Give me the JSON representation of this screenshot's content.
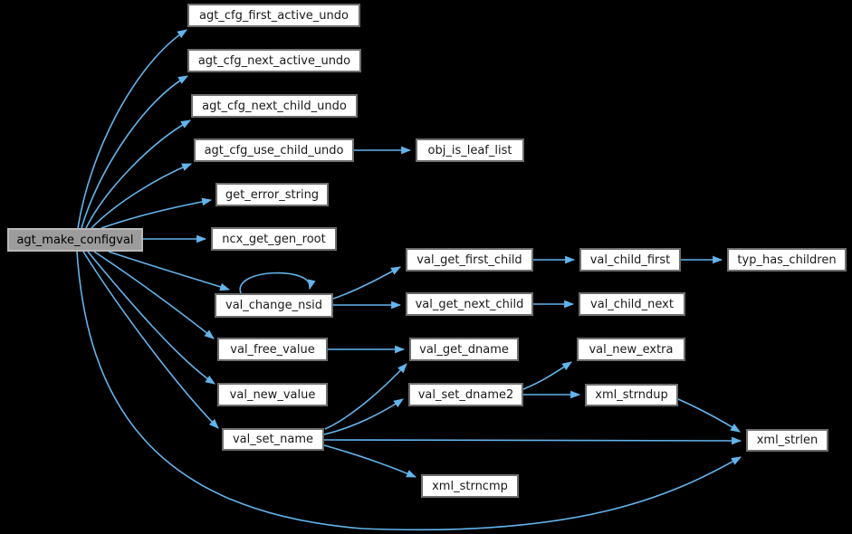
{
  "graph": {
    "type": "call-graph",
    "root": "agt_make_configval",
    "colors": {
      "background": "#000000",
      "edge": "#63b4ec",
      "node_fill": "#ffffff",
      "node_border": "#6e6e6e",
      "root_fill": "#9c9c9c",
      "root_border": "#b9b9b9",
      "text": "#1a1a1a"
    },
    "nodes": [
      {
        "id": "agt_make_configval",
        "label": "agt_make_configval"
      },
      {
        "id": "agt_cfg_first_active_undo",
        "label": "agt_cfg_first_active_undo"
      },
      {
        "id": "agt_cfg_next_active_undo",
        "label": "agt_cfg_next_active_undo"
      },
      {
        "id": "agt_cfg_next_child_undo",
        "label": "agt_cfg_next_child_undo"
      },
      {
        "id": "agt_cfg_use_child_undo",
        "label": "agt_cfg_use_child_undo"
      },
      {
        "id": "get_error_string",
        "label": "get_error_string"
      },
      {
        "id": "ncx_get_gen_root",
        "label": "ncx_get_gen_root"
      },
      {
        "id": "val_change_nsid",
        "label": "val_change_nsid"
      },
      {
        "id": "val_free_value",
        "label": "val_free_value"
      },
      {
        "id": "val_new_value",
        "label": "val_new_value"
      },
      {
        "id": "val_set_name",
        "label": "val_set_name"
      },
      {
        "id": "obj_is_leaf_list",
        "label": "obj_is_leaf_list"
      },
      {
        "id": "val_get_first_child",
        "label": "val_get_first_child"
      },
      {
        "id": "val_get_next_child",
        "label": "val_get_next_child"
      },
      {
        "id": "val_get_dname",
        "label": "val_get_dname"
      },
      {
        "id": "val_set_dname2",
        "label": "val_set_dname2"
      },
      {
        "id": "xml_strncmp",
        "label": "xml_strncmp"
      },
      {
        "id": "val_child_first",
        "label": "val_child_first"
      },
      {
        "id": "val_child_next",
        "label": "val_child_next"
      },
      {
        "id": "val_new_extra",
        "label": "val_new_extra"
      },
      {
        "id": "xml_strndup",
        "label": "xml_strndup"
      },
      {
        "id": "typ_has_children",
        "label": "typ_has_children"
      },
      {
        "id": "xml_strlen",
        "label": "xml_strlen"
      }
    ],
    "edges": [
      {
        "from": "agt_make_configval",
        "to": "agt_cfg_first_active_undo"
      },
      {
        "from": "agt_make_configval",
        "to": "agt_cfg_next_active_undo"
      },
      {
        "from": "agt_make_configval",
        "to": "agt_cfg_next_child_undo"
      },
      {
        "from": "agt_make_configval",
        "to": "agt_cfg_use_child_undo"
      },
      {
        "from": "agt_make_configval",
        "to": "get_error_string"
      },
      {
        "from": "agt_make_configval",
        "to": "ncx_get_gen_root"
      },
      {
        "from": "agt_make_configval",
        "to": "val_change_nsid"
      },
      {
        "from": "agt_make_configval",
        "to": "val_free_value"
      },
      {
        "from": "agt_make_configval",
        "to": "val_new_value"
      },
      {
        "from": "agt_make_configval",
        "to": "val_set_name"
      },
      {
        "from": "agt_make_configval",
        "to": "xml_strlen"
      },
      {
        "from": "agt_cfg_use_child_undo",
        "to": "obj_is_leaf_list"
      },
      {
        "from": "val_change_nsid",
        "to": "val_change_nsid"
      },
      {
        "from": "val_change_nsid",
        "to": "val_get_first_child"
      },
      {
        "from": "val_change_nsid",
        "to": "val_get_next_child"
      },
      {
        "from": "val_get_first_child",
        "to": "val_child_first"
      },
      {
        "from": "val_get_next_child",
        "to": "val_child_next"
      },
      {
        "from": "val_child_first",
        "to": "typ_has_children"
      },
      {
        "from": "val_free_value",
        "to": "val_get_dname"
      },
      {
        "from": "val_set_name",
        "to": "val_get_dname"
      },
      {
        "from": "val_set_name",
        "to": "val_set_dname2"
      },
      {
        "from": "val_set_name",
        "to": "xml_strlen"
      },
      {
        "from": "val_set_name",
        "to": "xml_strncmp"
      },
      {
        "from": "val_set_dname2",
        "to": "val_new_extra"
      },
      {
        "from": "val_set_dname2",
        "to": "xml_strndup"
      },
      {
        "from": "xml_strndup",
        "to": "xml_strlen"
      }
    ]
  }
}
